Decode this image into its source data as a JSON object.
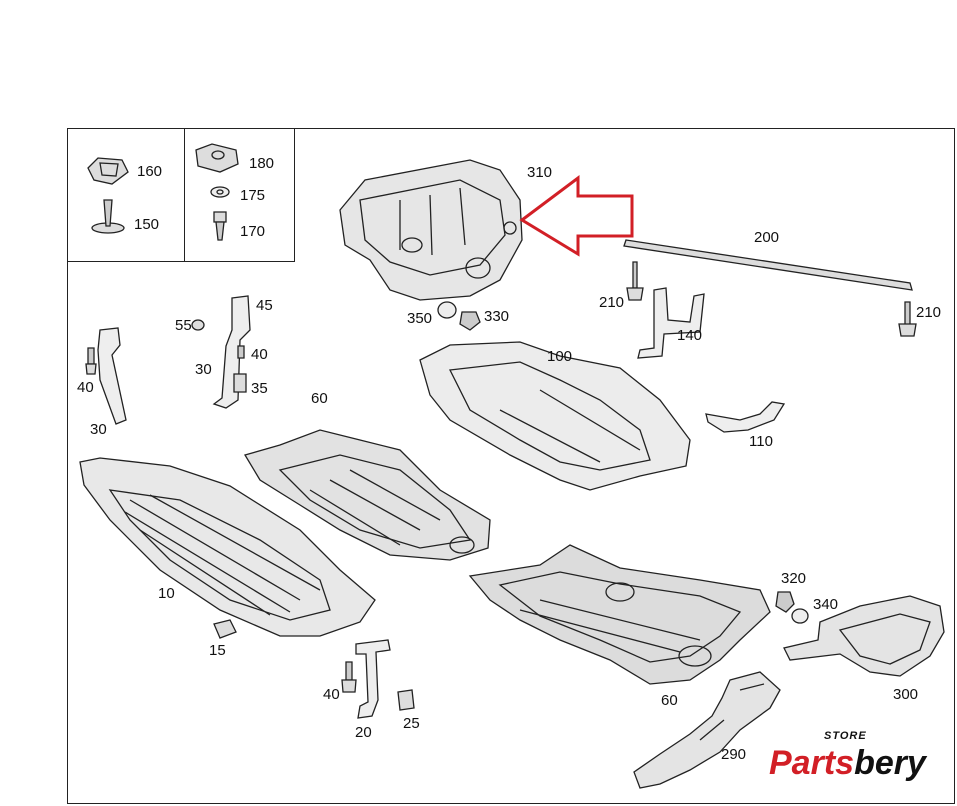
{
  "callouts": {
    "c160": "160",
    "c150": "150",
    "c180": "180",
    "c175": "175",
    "c170": "170",
    "c310": "310",
    "c200": "200",
    "c210a": "210",
    "c210b": "210",
    "c350": "350",
    "c330": "330",
    "c140": "140",
    "c45": "45",
    "c55": "55",
    "c40a": "40",
    "c30a": "30",
    "c35": "35",
    "c40b": "40",
    "c30b": "30",
    "c100": "100",
    "c60a": "60",
    "c110": "110",
    "c10": "10",
    "c15": "15",
    "c320": "320",
    "c340": "340",
    "c60b": "60",
    "c300": "300",
    "c40c": "40",
    "c20": "20",
    "c25": "25",
    "c290": "290"
  },
  "logo": {
    "store": "STORE",
    "part1": "Parts",
    "part2": "bery"
  },
  "colors": {
    "arrow": "#d21f26",
    "line": "#222222",
    "brand_red": "#d21f26"
  },
  "icons": [
    "red-arrow-icon"
  ]
}
